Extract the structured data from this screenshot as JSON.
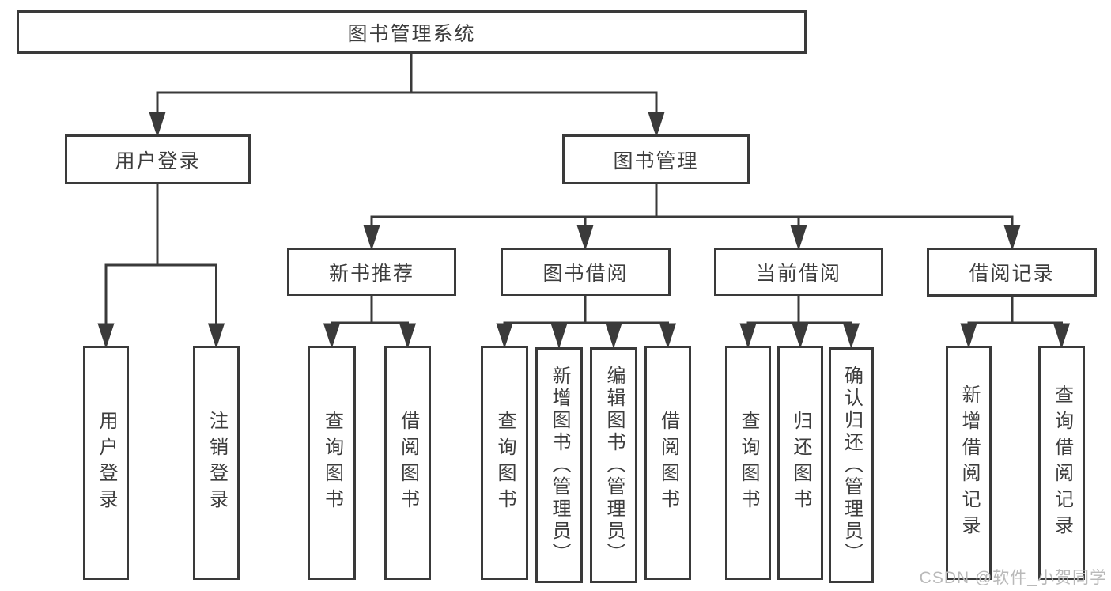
{
  "tree": {
    "root": {
      "label": "图书管理系统",
      "children": [
        {
          "label": "用户登录",
          "children": [
            {
              "label": "用户登录"
            },
            {
              "label": "注销登录"
            }
          ]
        },
        {
          "label": "图书管理",
          "children": [
            {
              "label": "新书推荐",
              "children": [
                {
                  "label": "查询图书"
                },
                {
                  "label": "借阅图书"
                }
              ]
            },
            {
              "label": "图书借阅",
              "children": [
                {
                  "label": "查询图书"
                },
                {
                  "label": "新增图书（管理员）"
                },
                {
                  "label": "编辑图书（管理员）"
                },
                {
                  "label": "借阅图书"
                }
              ]
            },
            {
              "label": "当前借阅",
              "children": [
                {
                  "label": "查询图书"
                },
                {
                  "label": "归还图书"
                },
                {
                  "label": "确认归还（管理员）"
                }
              ]
            },
            {
              "label": "借阅记录",
              "children": [
                {
                  "label": "新增借阅记录"
                },
                {
                  "label": "查询借阅记录"
                }
              ]
            }
          ]
        }
      ]
    }
  },
  "watermark": "CSDN @软件_小贺同学",
  "colors": {
    "line": "#3a3a3a",
    "text": "#3d3d3d",
    "background": "#ffffff",
    "watermark": "#b9b9b9"
  }
}
